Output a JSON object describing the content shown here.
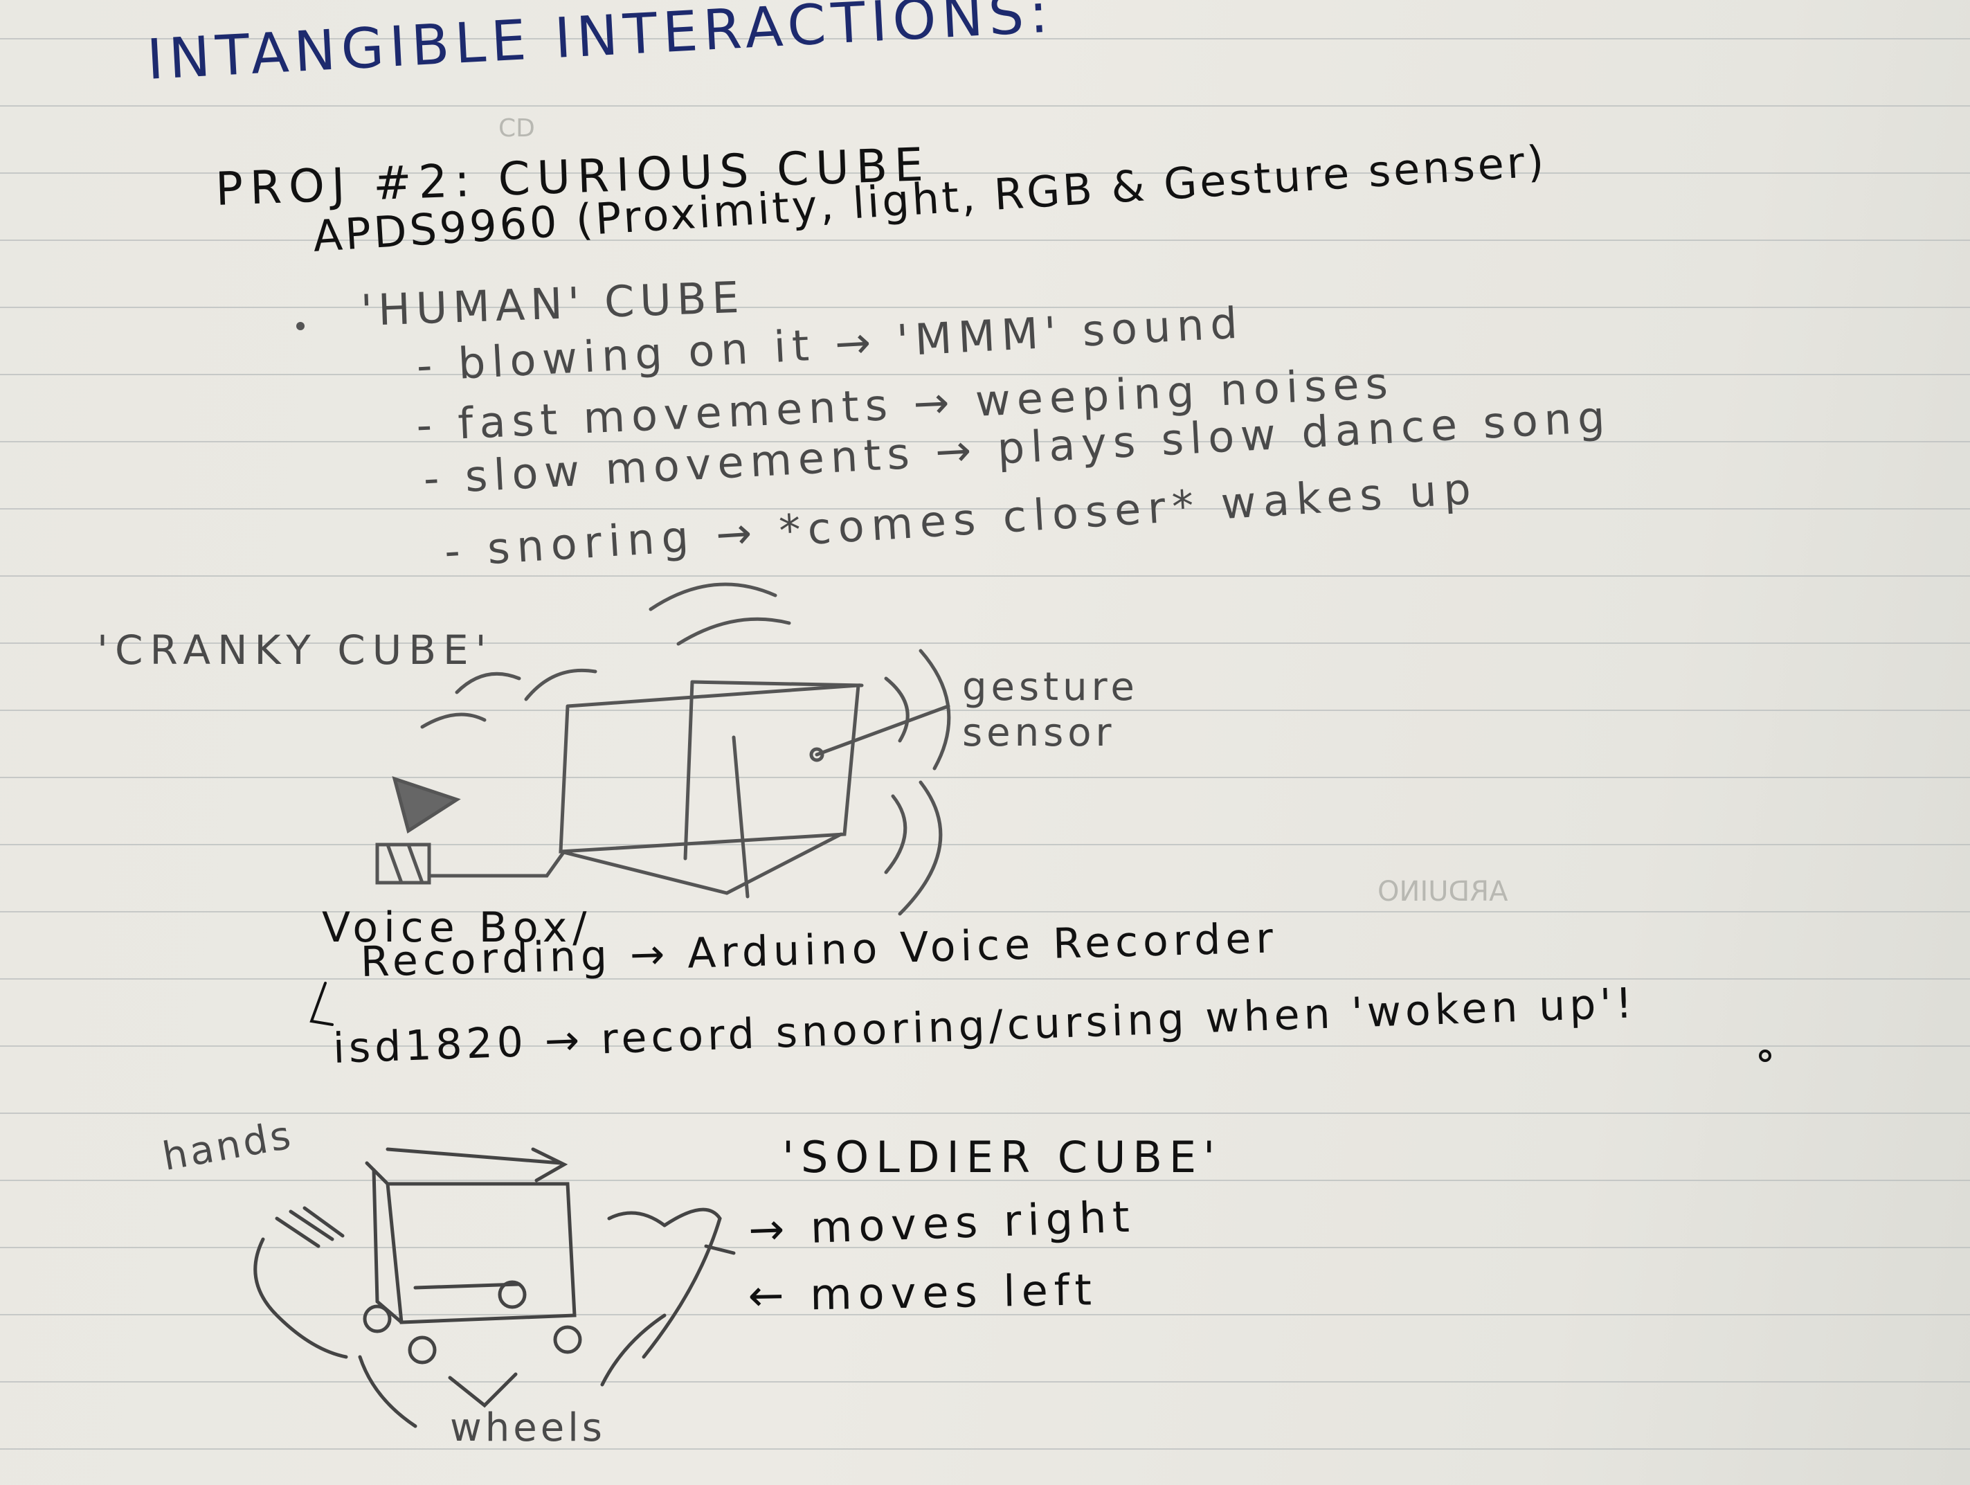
{
  "heading": "INTANGIBLE INTERACTIONS:",
  "project": "PROJ #2: CURIOUS CUBE",
  "sensor": "APDS9960 (Proximity, light, RGB & Gesture senser)",
  "human_cube": {
    "title": "'HUMAN' CUBE",
    "items": [
      "- blowing on it → 'MMM' sound",
      "- fast movements → weeping noises",
      "- slow movements → plays slow dance song",
      "- snoring → *comes closer* wakes up"
    ]
  },
  "cranky_cube": {
    "title": "'CRANKY CUBE'",
    "gesture_label": "gesture sensor",
    "voice_box_label": "Voice Box/",
    "recording_line": "Recording → Arduino Voice Recorder",
    "isd_line": "isd1820 → record snooring/cursing when 'woken up'!"
  },
  "soldier_cube": {
    "title": "'SOLDIER CUBE'",
    "moves_right": "→ moves right",
    "moves_left": "← moves left",
    "hands_label": "hands",
    "wheels_label": "wheels"
  },
  "colors": {
    "paper": "#eae9e3",
    "blue_ink": "#1d2a6e",
    "black_ink": "#111111",
    "pencil": "#4a4a4a",
    "rule": "#b9bdbd"
  }
}
